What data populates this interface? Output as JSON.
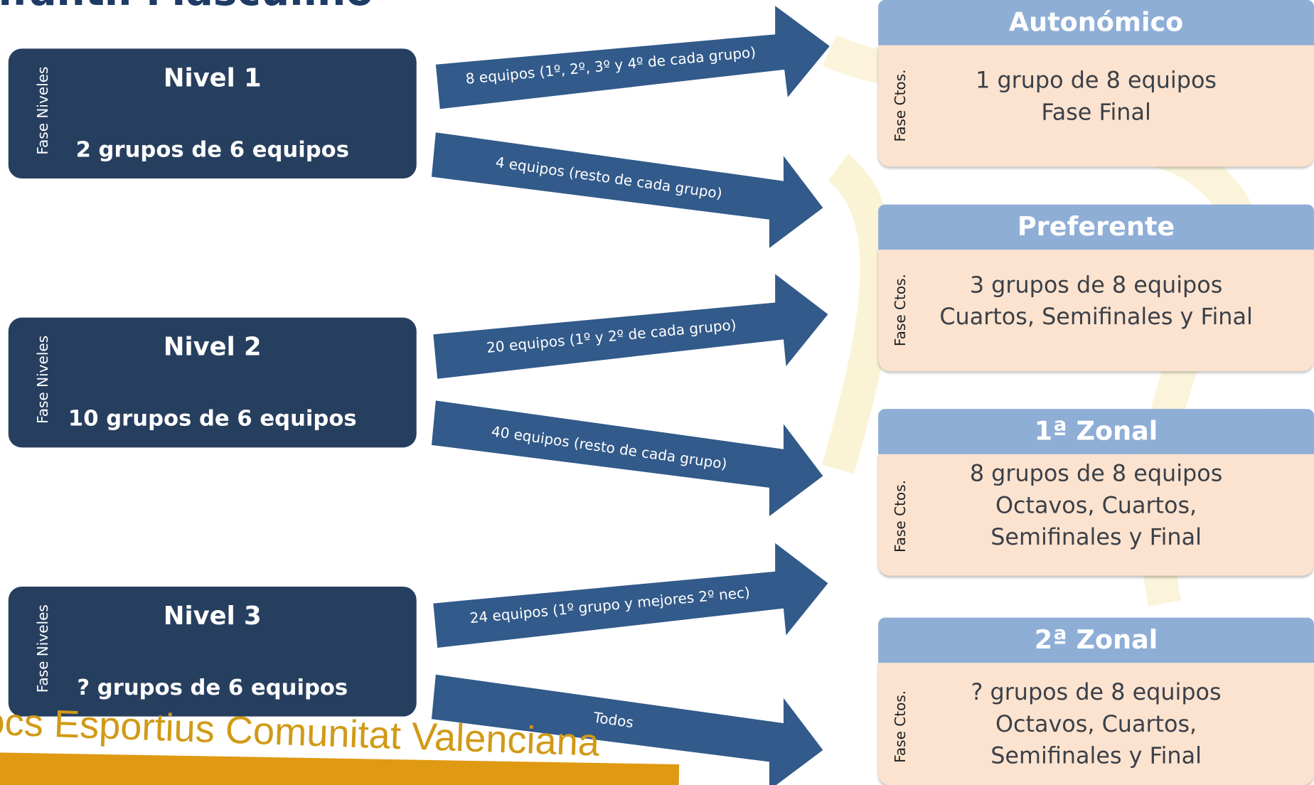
{
  "title": "nfantil Masculino",
  "levels": [
    {
      "side_label": "Fase Niveles",
      "name": "Nivel 1",
      "groups": "2 grupos de 6 equipos"
    },
    {
      "side_label": "Fase Niveles",
      "name": "Nivel 2",
      "groups": "10 grupos de 6 equipos"
    },
    {
      "side_label": "Fase Niveles",
      "name": "Nivel 3",
      "groups": "? grupos de 6 equipos"
    }
  ],
  "arrows": [
    "8 equipos (1º, 2º, 3º y 4º de cada grupo)",
    "4 equipos (resto de cada grupo)",
    "20 equipos (1º y 2º de cada grupo)",
    "40 equipos (resto de cada grupo)",
    "24 equipos (1º grupo y mejores 2º nec)",
    "Todos"
  ],
  "competitions": [
    {
      "name": "Autonómico",
      "side_label": "Fase Ctos.",
      "lines": [
        "1 grupo de 8 equipos",
        "Fase Final"
      ]
    },
    {
      "name": "Preferente",
      "side_label": "Fase Ctos.",
      "lines": [
        "3 grupos de 8 equipos",
        "Cuartos, Semifinales y Final"
      ]
    },
    {
      "name": "1ª Zonal",
      "side_label": "Fase Ctos.",
      "lines": [
        "8 grupos de 8 equipos",
        "Octavos, Cuartos,",
        "Semifinales y Final"
      ]
    },
    {
      "name": "2ª Zonal",
      "side_label": "Fase Ctos.",
      "lines": [
        "? grupos de 8 equipos",
        "Octavos, Cuartos,",
        "Semifinales y Final"
      ]
    }
  ],
  "watermark_text": "ocs Esportius Comunitat Valenciana",
  "colors": {
    "level_box": "#273f5f",
    "arrow": "#325a8a",
    "comp_header": "#8faed6",
    "comp_body": "#fbe3cf",
    "title": "#1e3b66"
  }
}
